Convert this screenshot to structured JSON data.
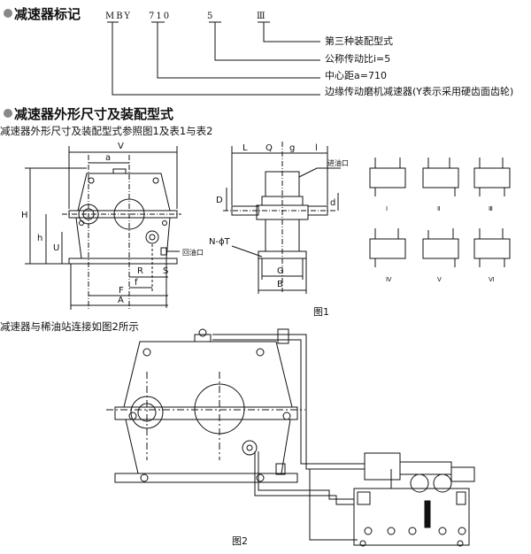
{
  "section1": {
    "title": "减速器标记"
  },
  "code_parts": [
    "MBY",
    "710",
    "5",
    "Ⅲ"
  ],
  "code_legend": [
    "第三种装配型式",
    "公称传动比i=5",
    "中心距a=710",
    "边缘传动磨机减速器(Y表示采用硬齿面齿轮)"
  ],
  "section2": {
    "title": "减速器外形尺寸及装配型式"
  },
  "note1": "减速器外形尺寸及装配型式参照图1及表1与表2",
  "note2": "减速器与稀油站连接如图2所示",
  "fig1_caption": "图1",
  "fig2_caption": "图2",
  "front_dims": [
    "V",
    "a",
    "H",
    "h",
    "U",
    "R",
    "S",
    "f",
    "F",
    "A"
  ],
  "side_dims": [
    "L",
    "Q",
    "g",
    "l",
    "D",
    "d",
    "N-ϕT",
    "G",
    "B"
  ],
  "port_labels": {
    "inlet": "进油口",
    "outlet": "回油口"
  },
  "assembly_types": [
    "Ⅰ",
    "Ⅱ",
    "Ⅲ",
    "Ⅳ",
    "Ⅴ",
    "Ⅵ"
  ]
}
